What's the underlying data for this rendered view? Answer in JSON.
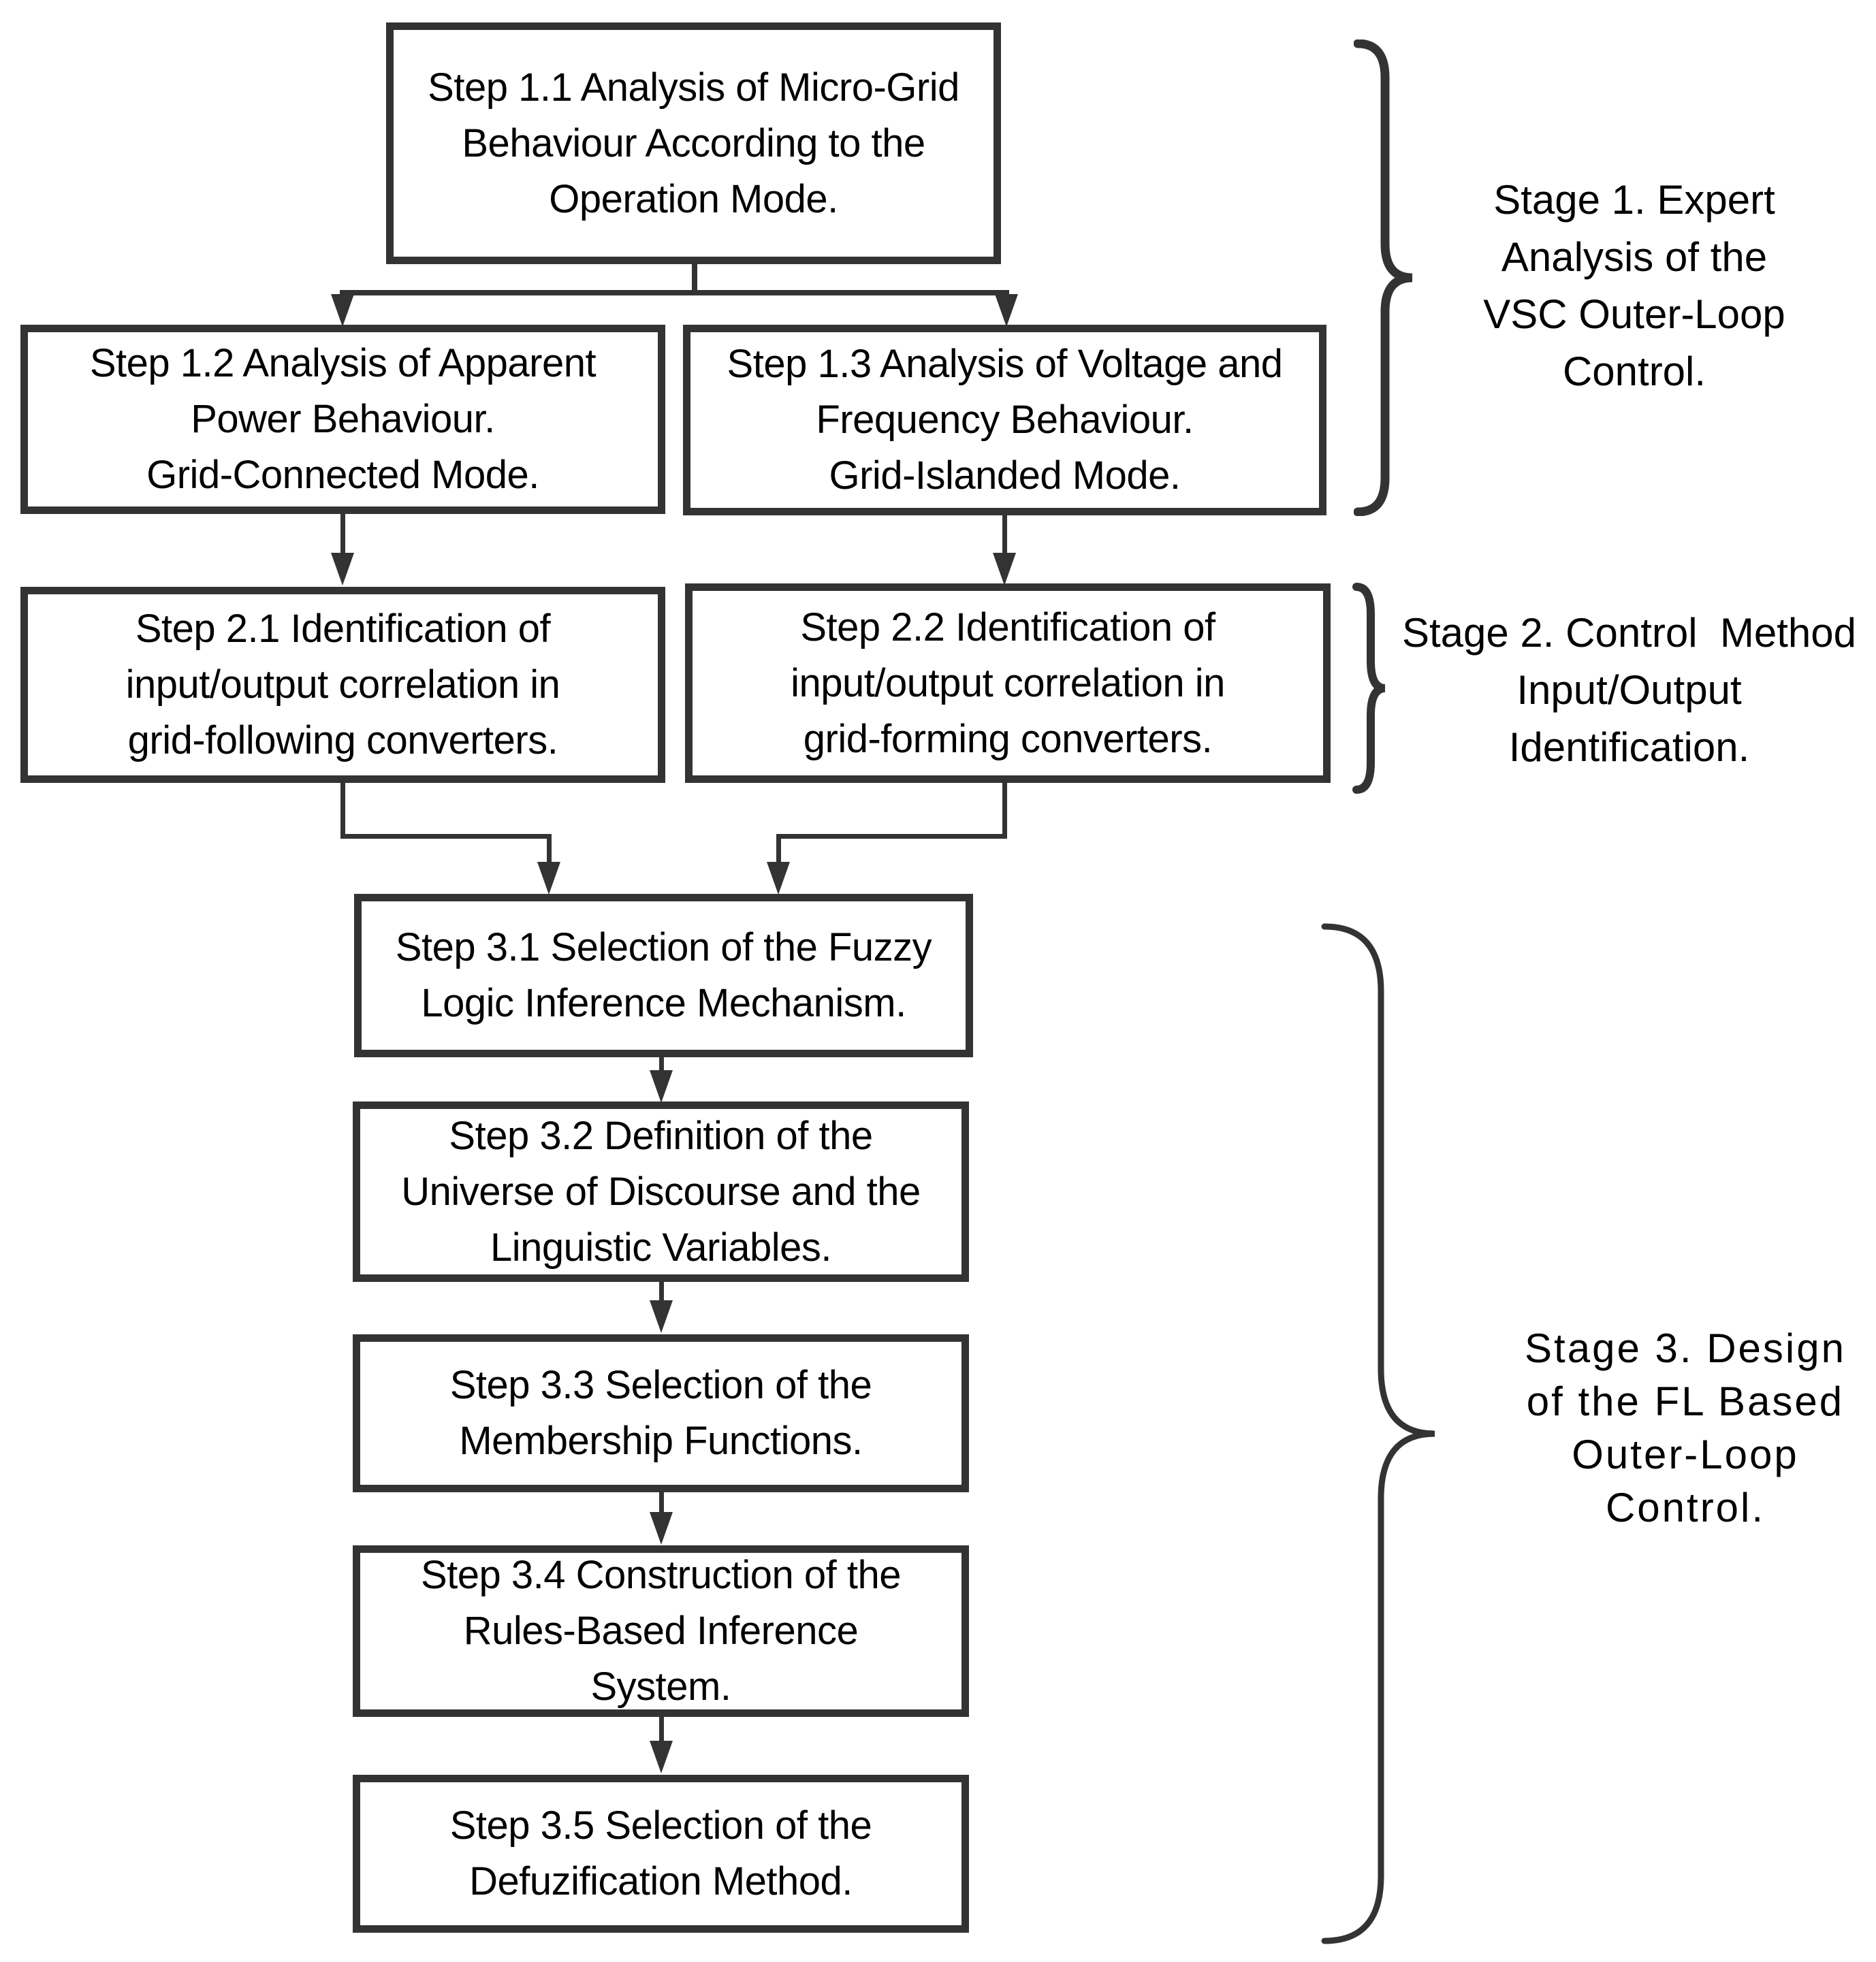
{
  "colors": {
    "line": "#333333",
    "text": "#000000",
    "background": "#ffffff"
  },
  "boxes": [
    {
      "id": "step-1-1",
      "lines": [
        "Step 1.1 Analysis of Micro-Grid",
        "Behaviour According to the",
        "Operation Mode."
      ]
    },
    {
      "id": "step-1-2",
      "lines": [
        "Step 1.2 Analysis of Apparent",
        "Power Behaviour.",
        "Grid-Connected Mode."
      ]
    },
    {
      "id": "step-1-3",
      "lines": [
        "Step 1.3 Analysis of Voltage and",
        "Frequency Behaviour.",
        "Grid-Islanded Mode."
      ]
    },
    {
      "id": "step-2-1",
      "lines": [
        "Step 2.1 Identification of",
        "input/output correlation in",
        "grid-following converters."
      ]
    },
    {
      "id": "step-2-2",
      "lines": [
        "Step 2.2 Identification of",
        "input/output correlation in",
        "grid-forming converters."
      ]
    },
    {
      "id": "step-3-1",
      "lines": [
        "Step 3.1 Selection of the Fuzzy",
        "Logic Inference Mechanism."
      ]
    },
    {
      "id": "step-3-2",
      "lines": [
        "Step 3.2 Definition of the",
        "Universe of Discourse and the",
        "Linguistic Variables."
      ]
    },
    {
      "id": "step-3-3",
      "lines": [
        "Step 3.3 Selection of the",
        "Membership Functions."
      ]
    },
    {
      "id": "step-3-4",
      "lines": [
        "Step 3.4 Construction of the",
        "Rules-Based Inference",
        "System."
      ]
    },
    {
      "id": "step-3-5",
      "lines": [
        "Step 3.5 Selection of the",
        "Defuzification Method."
      ]
    }
  ],
  "stages": [
    {
      "id": "stage-1",
      "lines": [
        "Stage 1. Expert",
        "Analysis of the",
        "VSC Outer-Loop",
        "Control."
      ]
    },
    {
      "id": "stage-2",
      "lines": [
        "Stage 2. Control  Method",
        "Input/Output",
        "Identification."
      ]
    },
    {
      "id": "stage-3",
      "lines": [
        "Stage 3. Design",
        "of the FL Based",
        "Outer-Loop",
        "Control."
      ]
    }
  ]
}
